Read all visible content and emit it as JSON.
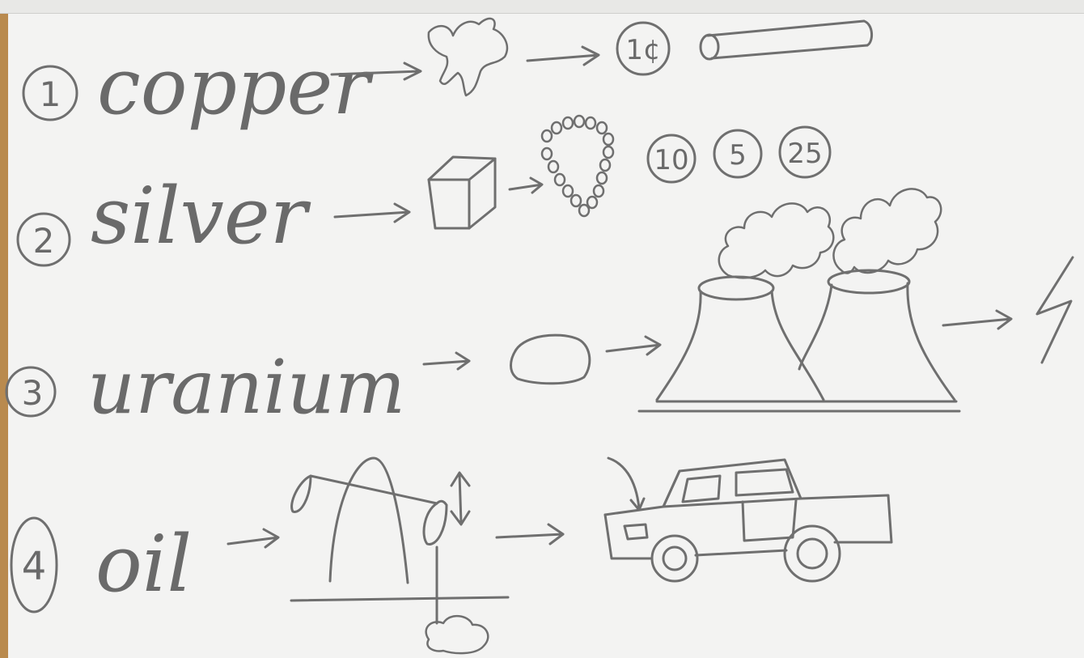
{
  "rows": [
    {
      "number": "1",
      "word": "copper",
      "coin_label": "1¢"
    },
    {
      "number": "2",
      "word": "silver",
      "coins": [
        "10",
        "5",
        "25"
      ]
    },
    {
      "number": "3",
      "word": "uranium"
    },
    {
      "number": "4",
      "word": "oil"
    }
  ],
  "colors": {
    "paper": "#f3f3f2",
    "ink": "#6f6f6f",
    "table": "#b98a4e"
  }
}
